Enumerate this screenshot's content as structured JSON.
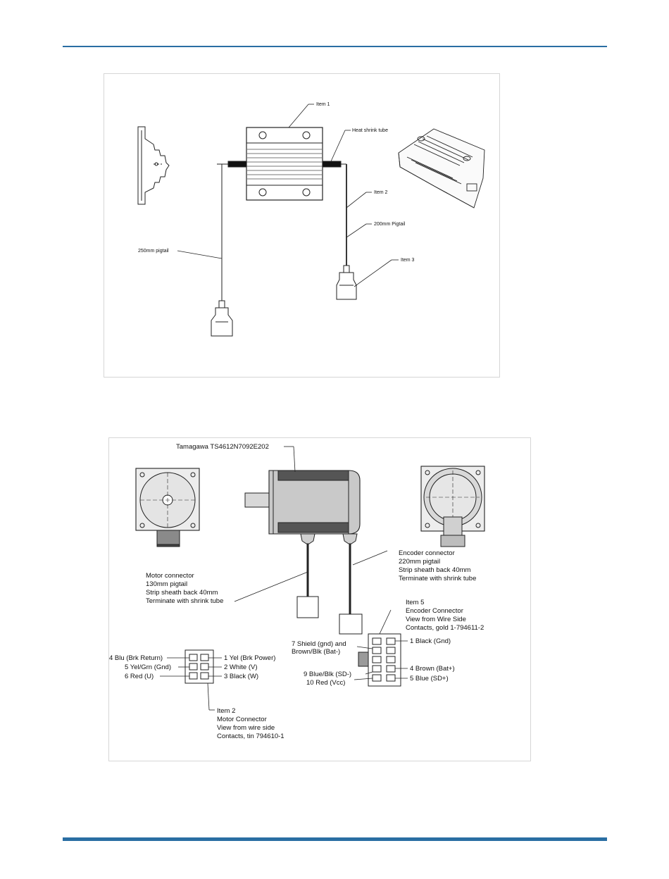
{
  "figure1": {
    "labels": {
      "item1": "Item 1",
      "heat_shrink": "Heat shrink tube",
      "item2": "Item 2",
      "pigtail200": "200mm Pigtail",
      "pigtail250": "250mm pigtail",
      "item3": "Item 3"
    }
  },
  "figure2": {
    "motor_model": "Tamagawa TS4612N7092E202",
    "motor_connector": {
      "line1": "Motor connector",
      "line2": "130mm pigtail",
      "line3": "Strip sheath back 40mm",
      "line4": "Terminate with shrink tube"
    },
    "encoder_connector": {
      "line1": "Encoder connector",
      "line2": "220mm pigtail",
      "line3": "Strip sheath back 40mm",
      "line4": "Terminate with shrink tube"
    },
    "item5": {
      "line1": "Item 5",
      "line2": "Encoder Connector",
      "line3": "View from Wire Side",
      "line4": "Contacts, gold 1-794611-2"
    },
    "item2": {
      "line1": "Item 2",
      "line2": "Motor Connector",
      "line3": "View from wire side",
      "line4": "Contacts, tin 794610-1"
    },
    "motor_pins": {
      "p4": "4 Blu (Brk Return)",
      "p5": "5 Yel/Grn (Gnd)",
      "p6": "6 Red (U)",
      "p1": "1 Yel (Brk Power)",
      "p2": "2 White (V)",
      "p3": "3 Black (W)"
    },
    "encoder_pins": {
      "p7a": "7 Shield (gnd) and",
      "p7b": "Brown/Blk (Bat-)",
      "p9": "9 Blue/Blk (SD-)",
      "p10": "10 Red (Vcc)",
      "p1": "1 Black (Gnd)",
      "p4": "4 Brown (Bat+)",
      "p5": "5 Blue (SD+)"
    }
  }
}
